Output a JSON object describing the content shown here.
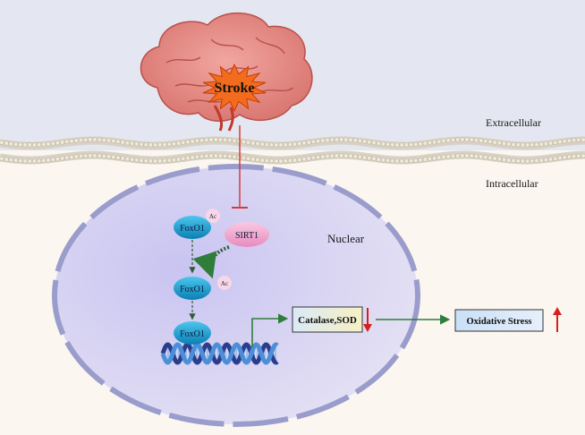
{
  "labels": {
    "extracellular": "Extracellular",
    "intracellular": "Intracellular",
    "nuclear": "Nuclear",
    "stroke": "Stroke"
  },
  "nodes": {
    "foxo1_top": "FoxO1",
    "foxo1_mid": "FoxO1",
    "foxo1_bottom": "FoxO1",
    "sirt1": "SIRT1",
    "ac_top": "Ac",
    "ac_mid": "Ac"
  },
  "boxes": {
    "antioxidants": "Catalase,SOD",
    "oxidative_stress": "Oxidative Stress"
  },
  "colors": {
    "extracellular_bg": "#e4e7f1",
    "intracellular_bg": "#fbf6ef",
    "nucleus_fill": "#cfcbee",
    "nucleus_border": "#9a9ccc",
    "foxo1": "#1aa3d6",
    "sirt1": "#f4a9cf",
    "inhibit": "#d63a3a",
    "activate": "#2e7d3a",
    "down_arrow": "#d62020",
    "up_arrow": "#d62020"
  }
}
